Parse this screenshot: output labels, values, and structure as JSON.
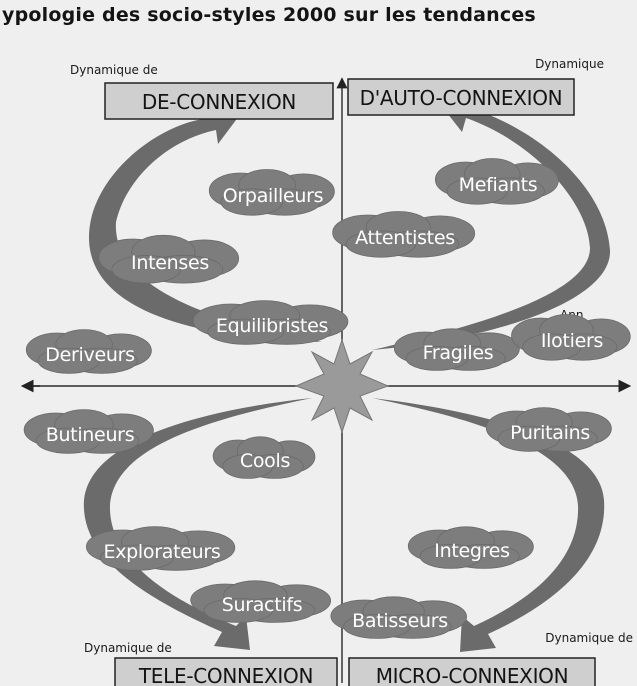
{
  "title": "ypologie des socio-styles 2000 sur les tendances",
  "quadrants": {
    "top_left": {
      "prefix": "Dynamique de",
      "label": "DE-CONNEXION"
    },
    "top_right": {
      "prefix": "Dynamique",
      "label": "D'AUTO-CONNEXION"
    },
    "bottom_left": {
      "prefix": "Dynamique de",
      "label": "TELE-CONNEXION"
    },
    "bottom_right": {
      "prefix": "Dynamique de",
      "label": "MICRO-CONNEXION"
    }
  },
  "small_text": {
    "near_ilotiers": "Ann"
  },
  "styles": [
    "Orpailleurs",
    "Mefiants",
    "Attentistes",
    "Intenses",
    "Equilibristes",
    "Deriveurs",
    "Fragiles",
    "Ilotiers",
    "Butineurs",
    "Puritains",
    "Cools",
    "Explorateurs",
    "Integres",
    "Suractifs",
    "Batisseurs"
  ],
  "colors": {
    "arrow": "#5f5f5f",
    "cloud": "#7d7d7d",
    "box": "#cfcfcf",
    "background": "#efefef"
  }
}
